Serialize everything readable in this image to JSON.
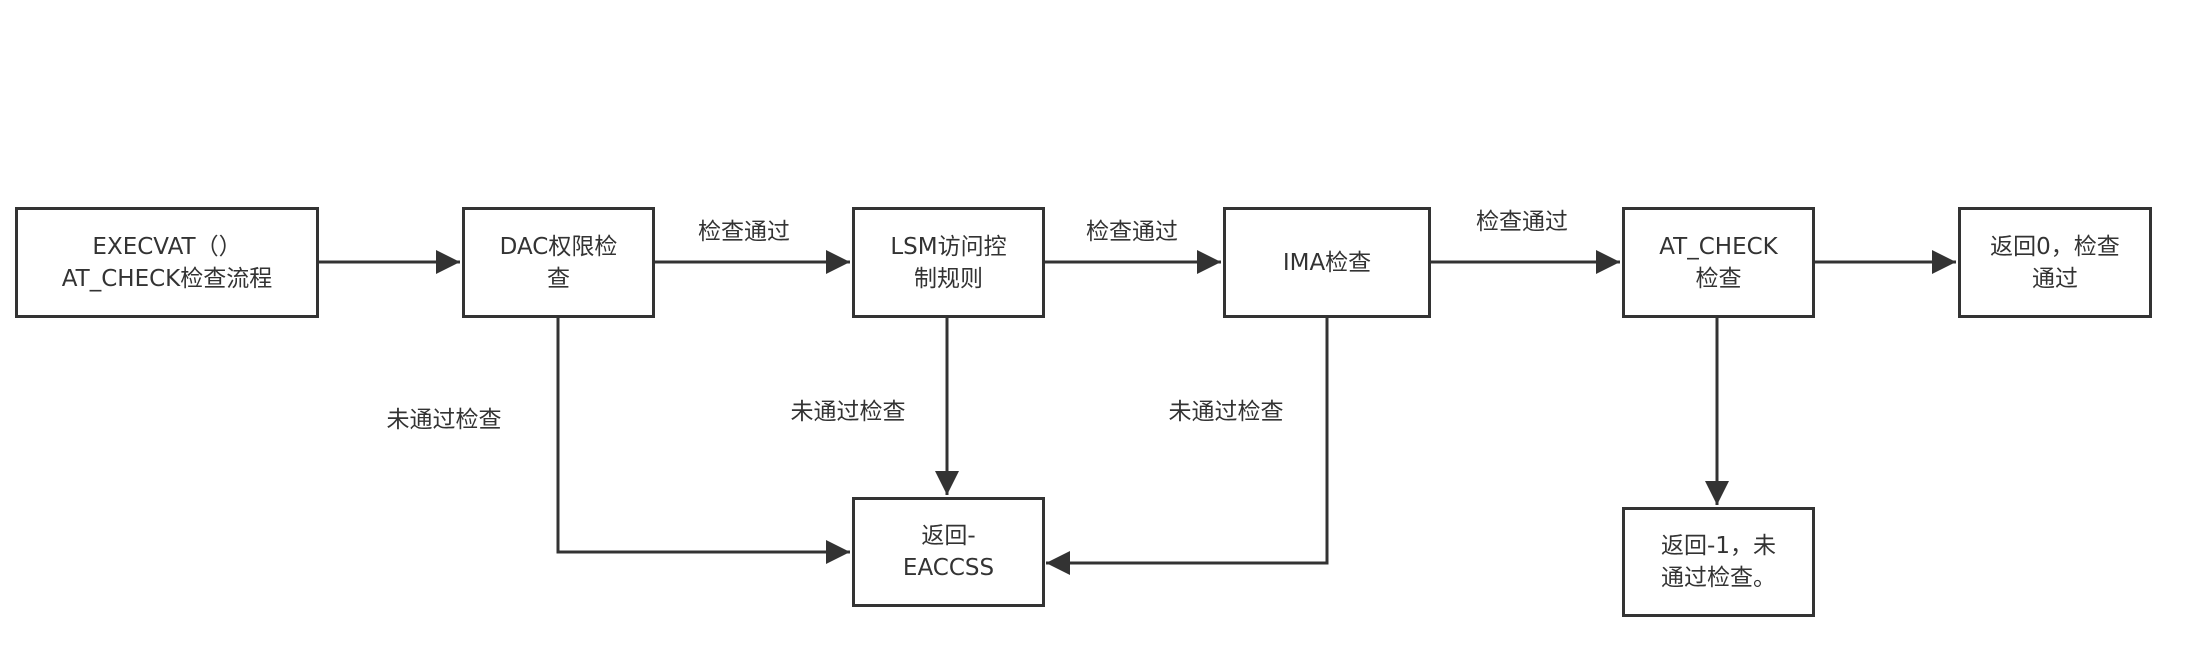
{
  "diagram": {
    "type": "flowchart",
    "nodes": [
      {
        "id": "start",
        "lines": [
          "EXECVAT（）",
          "AT_CHECK检查流程"
        ]
      },
      {
        "id": "dac",
        "lines": [
          "DAC权限检",
          "查"
        ]
      },
      {
        "id": "lsm",
        "lines": [
          "LSM访问控",
          "制规则"
        ]
      },
      {
        "id": "ima",
        "lines": [
          "IMA检查"
        ]
      },
      {
        "id": "atcheck",
        "lines": [
          "AT_CHECK",
          "检查"
        ]
      },
      {
        "id": "ret0",
        "lines": [
          "返回0，检查",
          "通过"
        ]
      },
      {
        "id": "reteacces",
        "lines": [
          "返回-",
          "EACCSS"
        ]
      },
      {
        "id": "retm1",
        "lines": [
          "返回-1，未",
          "通过检查。"
        ]
      }
    ],
    "edges": [
      {
        "from": "start",
        "to": "dac",
        "label": ""
      },
      {
        "from": "dac",
        "to": "lsm",
        "label": "检查通过"
      },
      {
        "from": "lsm",
        "to": "ima",
        "label": "检查通过"
      },
      {
        "from": "ima",
        "to": "atcheck",
        "label": "检查通过"
      },
      {
        "from": "atcheck",
        "to": "ret0",
        "label": ""
      },
      {
        "from": "dac",
        "to": "reteacces",
        "label": "未通过检查"
      },
      {
        "from": "lsm",
        "to": "reteacces",
        "label": "未通过检查"
      },
      {
        "from": "ima",
        "to": "reteacces",
        "label": "未通过检查"
      },
      {
        "from": "atcheck",
        "to": "retm1",
        "label": ""
      }
    ],
    "colors": {
      "stroke": "#333333",
      "text": "#333333",
      "background": "#ffffff"
    }
  }
}
